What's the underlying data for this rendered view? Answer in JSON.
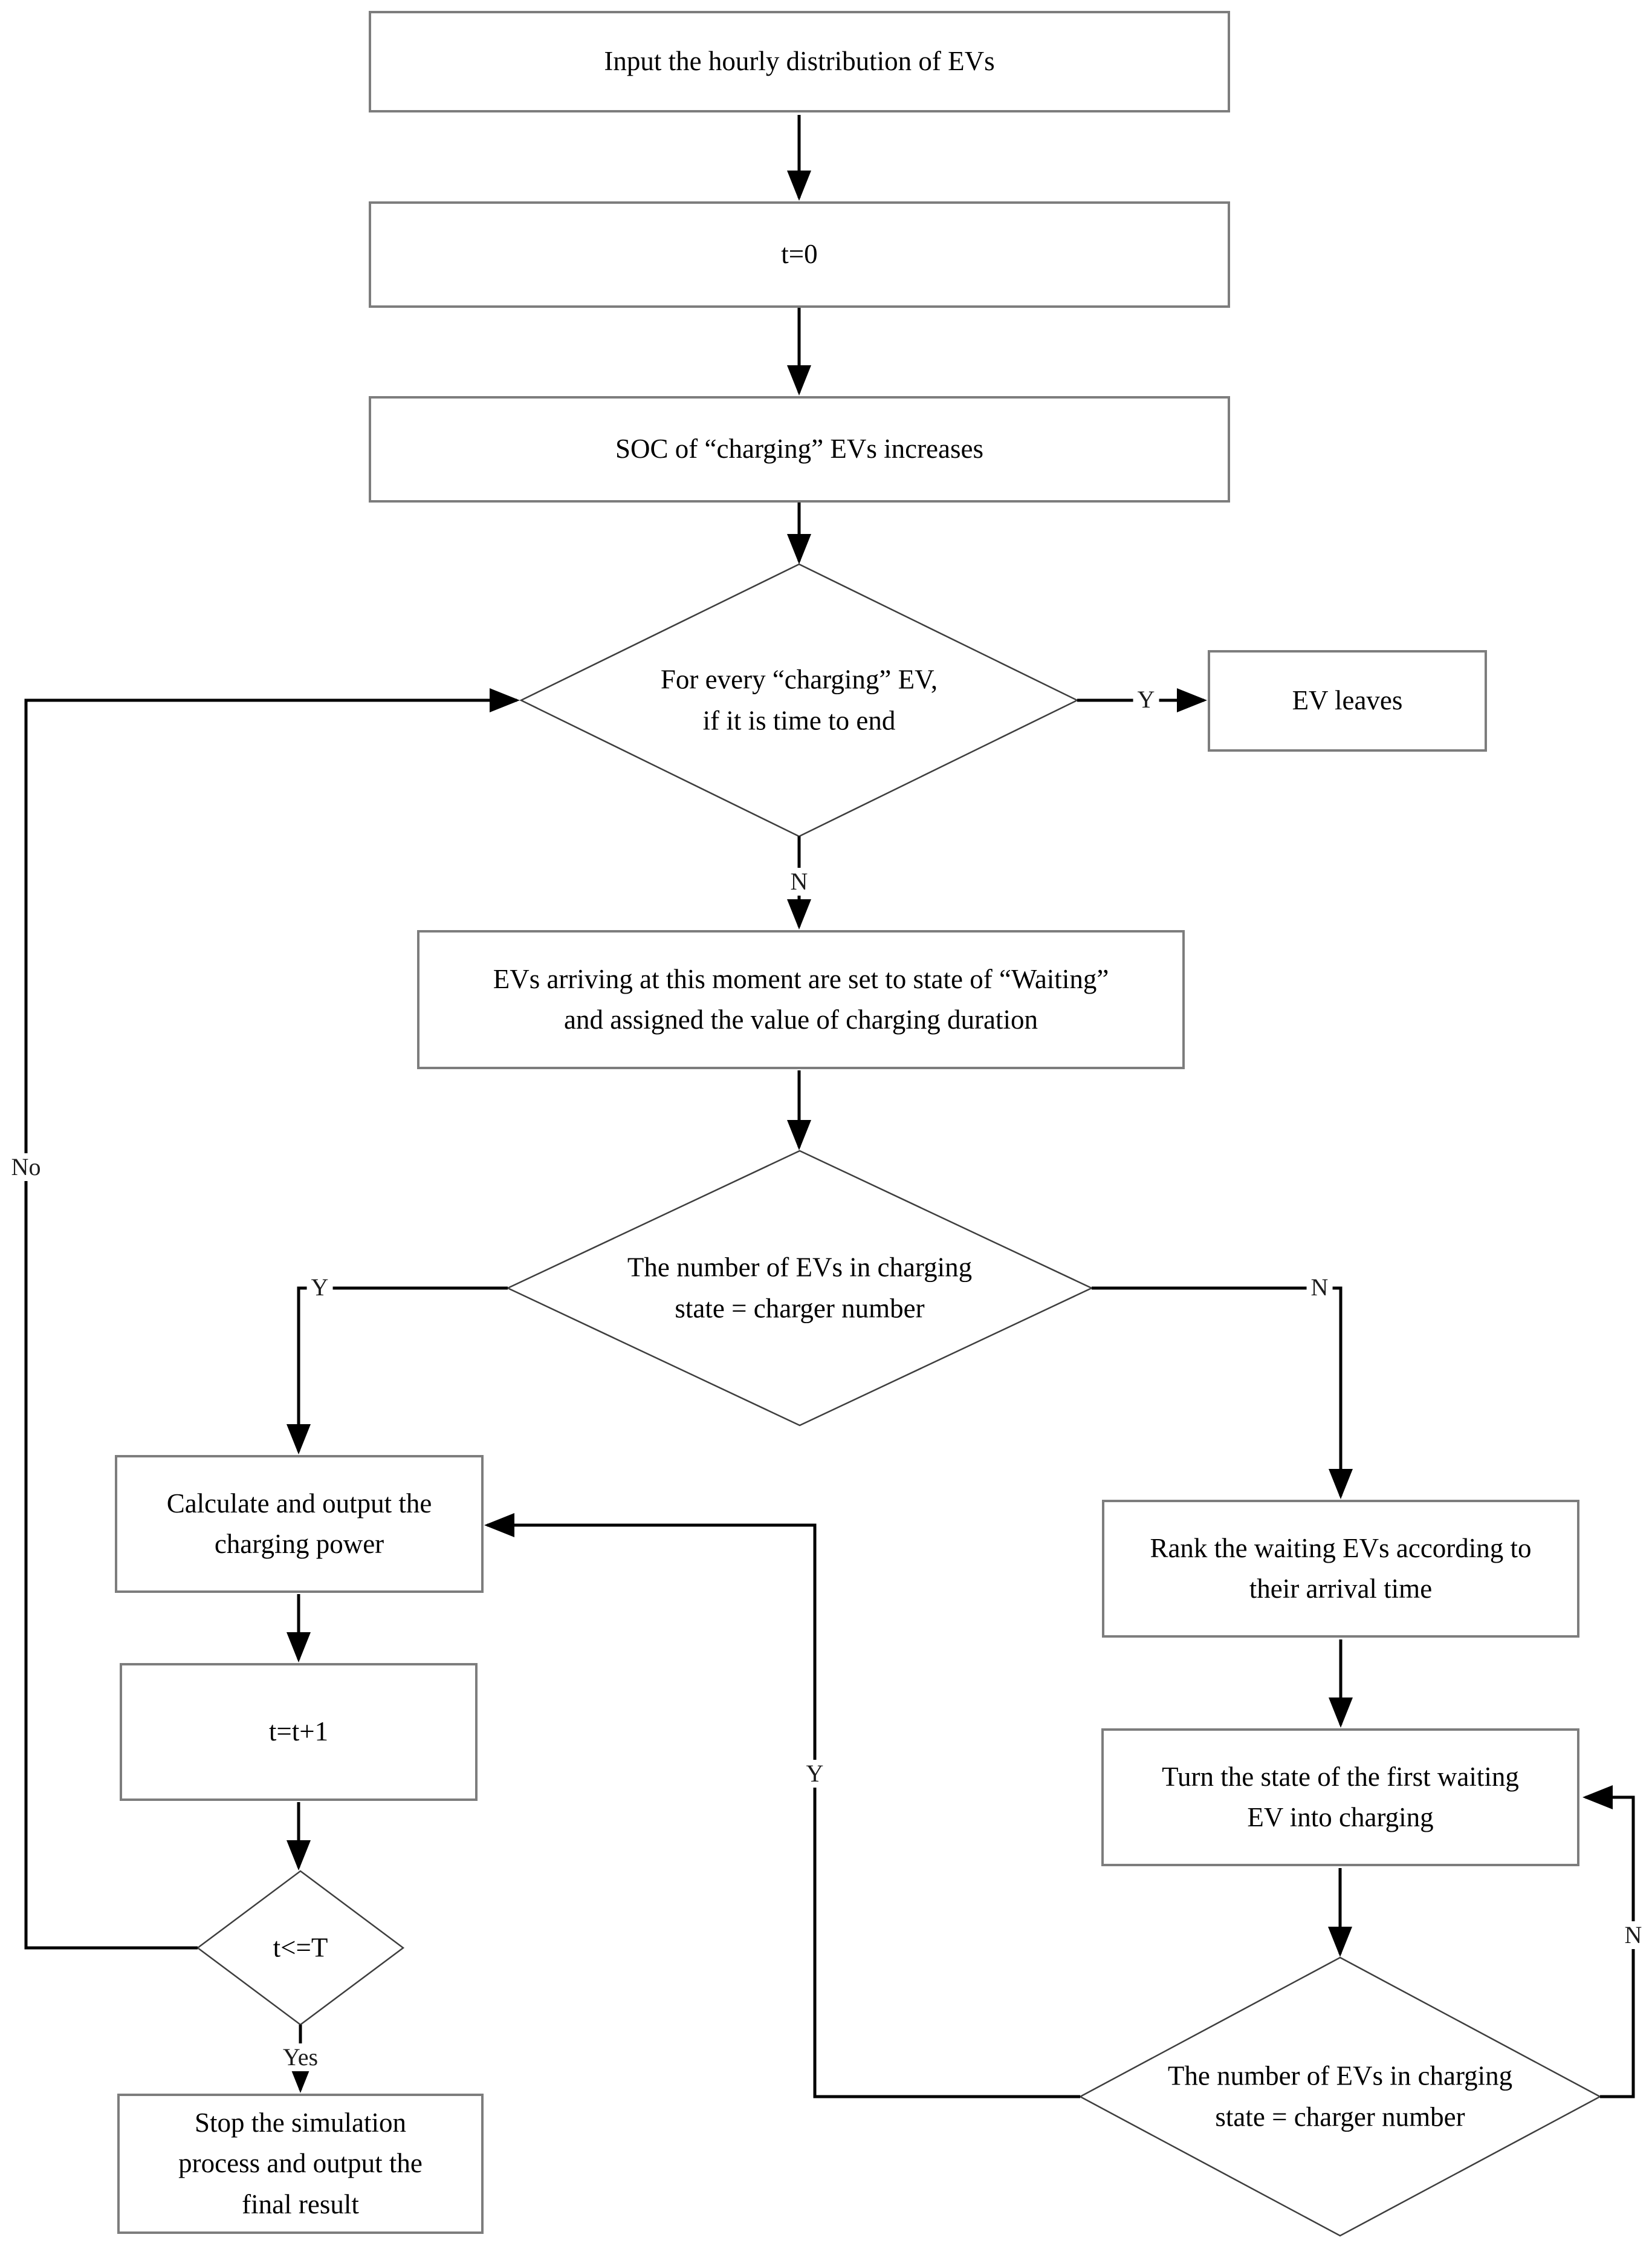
{
  "nodes": {
    "input": "Input the hourly distribution of EVs",
    "t_zero": "t=0",
    "soc": "SOC of “charging” EVs increases",
    "end_check": "For every “charging” EV,\nif it is time to end",
    "ev_leaves": "EV leaves",
    "waiting": "EVs arriving at this moment are set to state of “Waiting”\nand assigned the value of charging duration",
    "charger_check_1": "The number of EVs in charging\nstate = charger number",
    "calc_power": "Calculate and output the\ncharging power",
    "t_inc": "t=t+1",
    "t_check": "t<=T",
    "stop": "Stop the simulation\nprocess and output the\nfinal result",
    "rank": "Rank the waiting EVs according to\ntheir arrival time",
    "turn": "Turn the state of the first waiting\nEV into charging",
    "charger_check_2": "The number of EVs in charging\nstate = charger number"
  },
  "edge_labels": {
    "end_yes": "Y",
    "end_no": "N",
    "charger1_yes": "Y",
    "charger1_no": "N",
    "t_yes": "Yes",
    "t_no": "No",
    "charger2_yes": "Y",
    "charger2_no": "N"
  },
  "colors": {
    "line": "#000000",
    "box_border": "#7d7d7d",
    "diamond_border": "#3e3e3e",
    "background": "#ffffff",
    "text": "#000000"
  }
}
